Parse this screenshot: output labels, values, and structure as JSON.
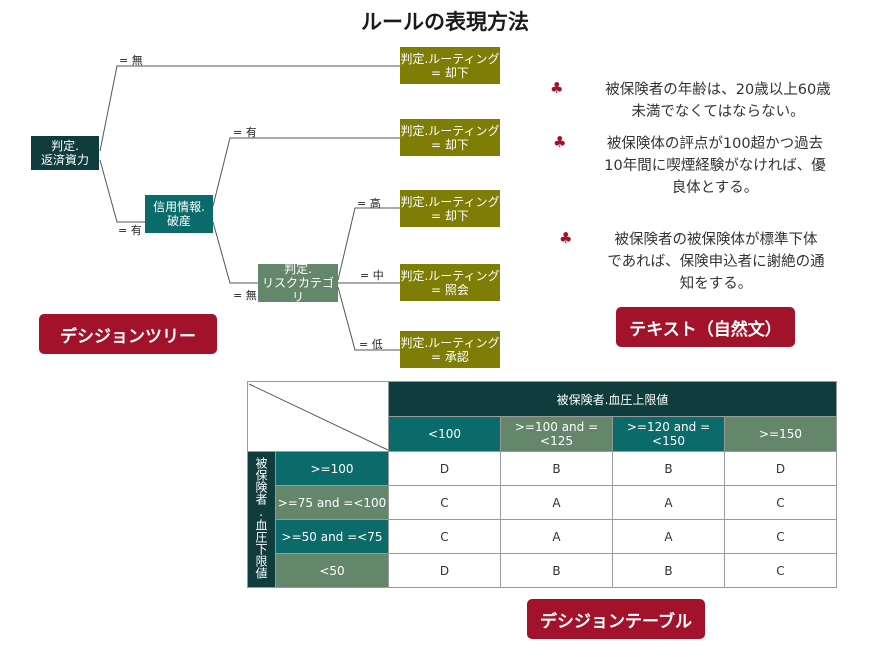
{
  "title": "ルールの表現方法",
  "tree": {
    "root": "判定.\n返済資力",
    "credit": "信用情報.\n破産",
    "risk": "判定.\nリスクカテゴリ",
    "edges": {
      "none1": "= 無",
      "yes1": "= 有",
      "yes2": "= 有",
      "none2": "= 無",
      "high": "= 高",
      "mid": "= 中",
      "low": "= 低"
    },
    "leaves": [
      "判定.ルーティング\n= 却下",
      "判定.ルーティング\n= 却下",
      "判定.ルーティング\n= 却下",
      "判定.ルーティング\n= 照会",
      "判定.ルーティング\n= 承認"
    ],
    "badge": "デシジョンツリー"
  },
  "text": {
    "rules": [
      "被保険者の年齢は、20歳以上60歳\n未満でなくてはならない。",
      "被保険体の評点が100超かつ過去\n10年間に喫煙経験がなければ、優\n良体とする。",
      "被保険者の被保険体が標準下体\nであれば、保険申込者に謝絶の通\n知をする。"
    ],
    "bullet": "♣",
    "badge": "テキスト（自然文）"
  },
  "table": {
    "col_header": "被保険者.血圧上限値",
    "row_header": "被保険者.血圧下限値",
    "columns": [
      "<100",
      ">=100 and =<125",
      ">=120 and =<150",
      ">=150"
    ],
    "rows": [
      {
        "label": ">=100",
        "cells": [
          "D",
          "B",
          "B",
          "D"
        ]
      },
      {
        "label": ">=75 and =<100",
        "cells": [
          "C",
          "A",
          "A",
          "C"
        ]
      },
      {
        "label": ">=50 and =<75",
        "cells": [
          "C",
          "A",
          "A",
          "C"
        ]
      },
      {
        "label": "<50",
        "cells": [
          "D",
          "B",
          "B",
          "C"
        ]
      }
    ],
    "badge": "デシジョンテーブル"
  }
}
